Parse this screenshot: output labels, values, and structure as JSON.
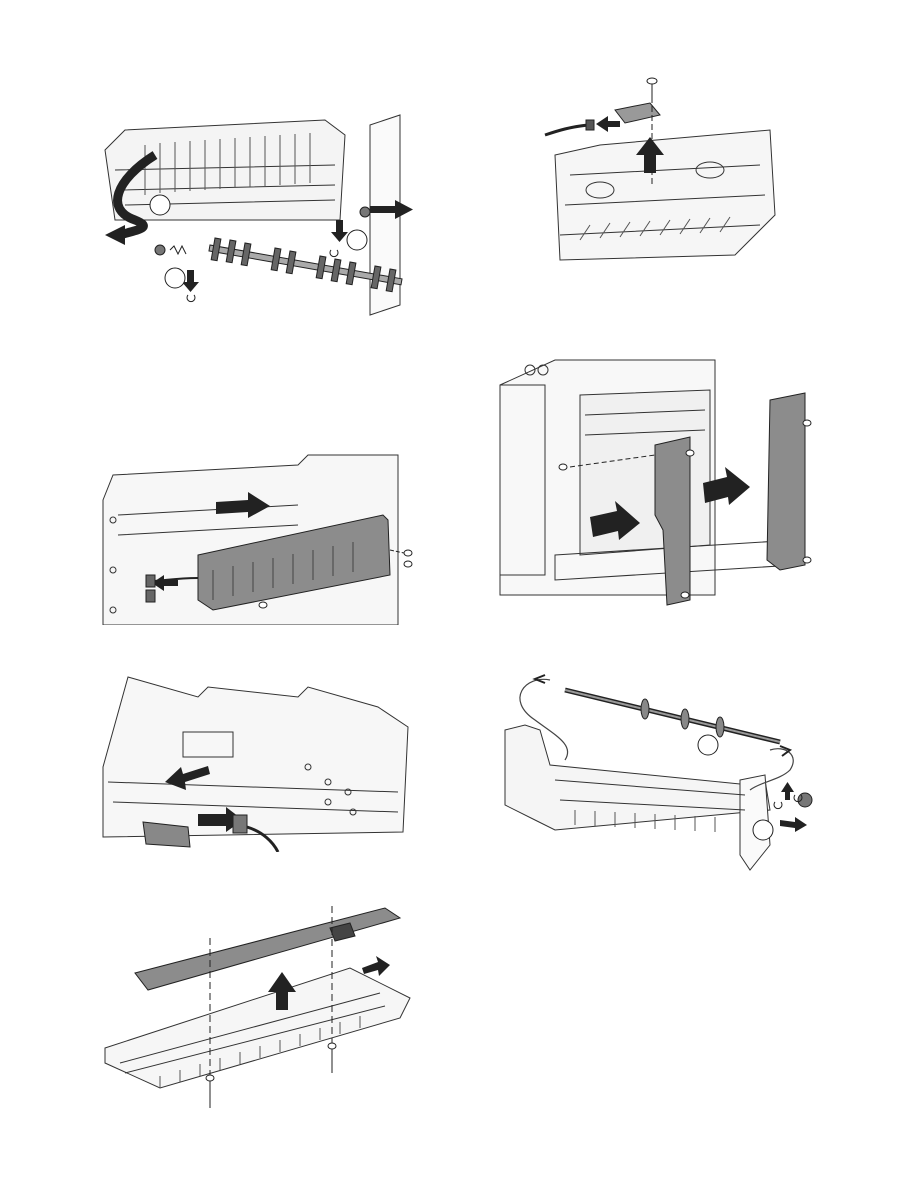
{
  "page": {
    "figures": [
      {
        "id": "fig-1",
        "callouts": [
          "",
          "",
          ""
        ]
      },
      {
        "id": "fig-2"
      },
      {
        "id": "fig-3"
      },
      {
        "id": "fig-4"
      },
      {
        "id": "fig-5"
      },
      {
        "id": "fig-6"
      },
      {
        "id": "fig-7",
        "callouts": [
          "",
          ""
        ]
      }
    ]
  }
}
